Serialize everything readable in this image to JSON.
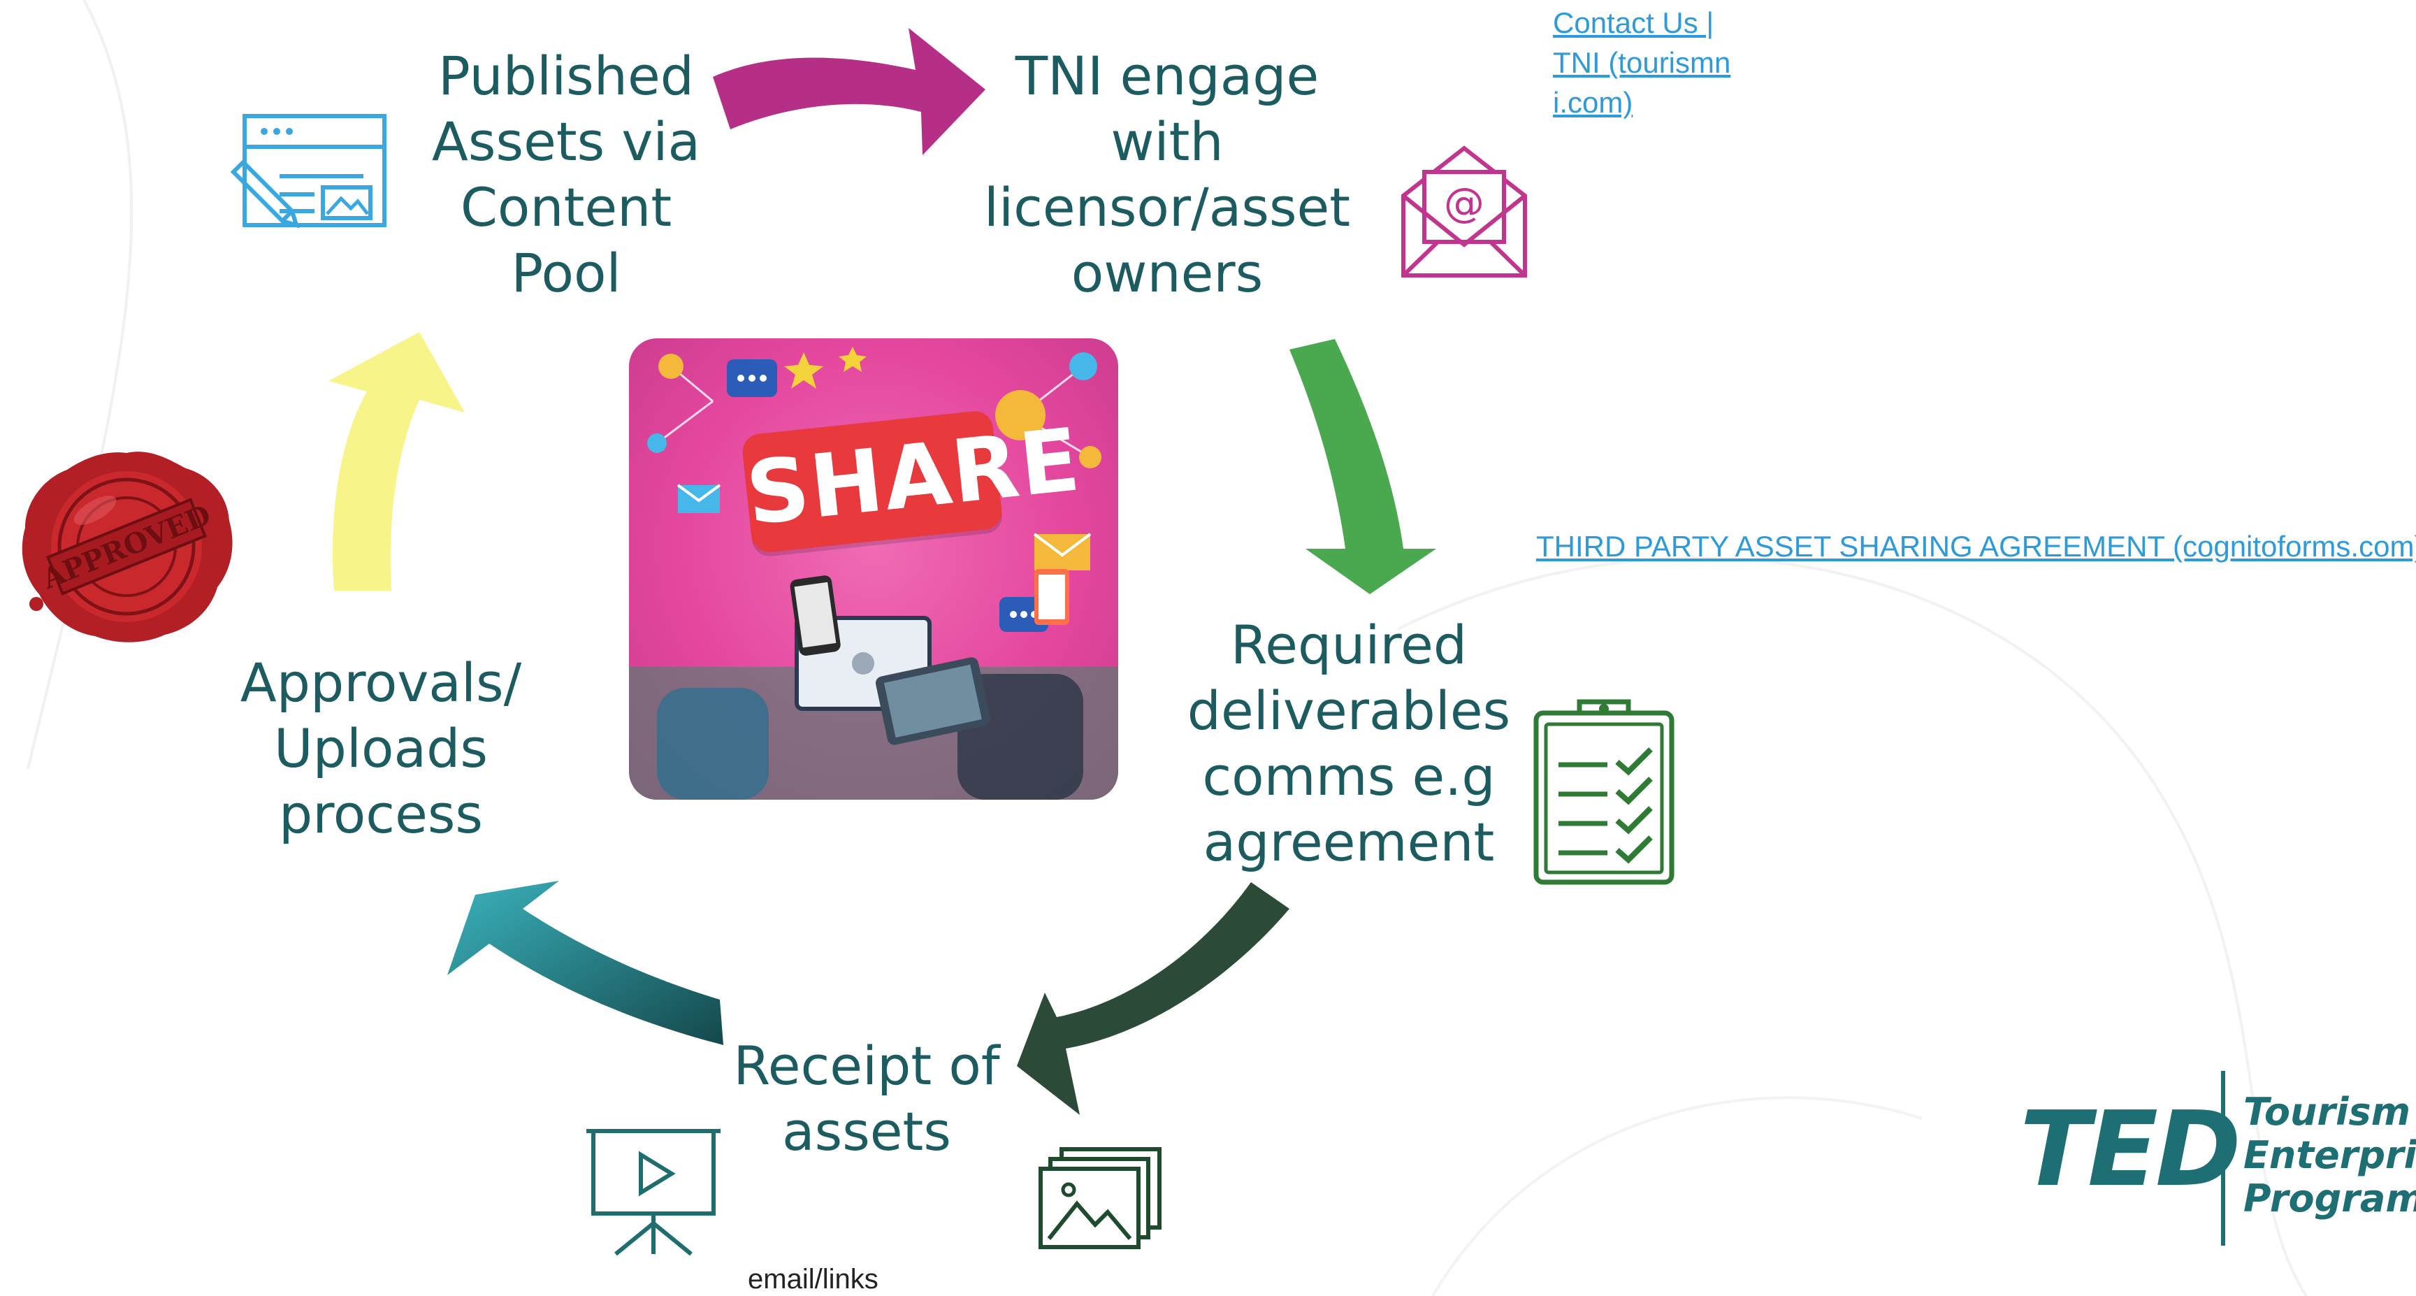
{
  "steps": {
    "published": "Published\nAssets via\nContent\nPool",
    "tni_engage": "TNI engage\nwith\nlicensor/asset\nowners",
    "required": "Required\ndeliverables\ncomms e.g\nagreement",
    "receipt": "Receipt of\nassets",
    "approvals": "Approvals/\nUploads\nprocess"
  },
  "links": {
    "contact": "Contact Us | TNI (tourismni.com)",
    "agreement": "THIRD PARTY ASSET SHARING AGREEMENT (cognitoforms.com)"
  },
  "notes": {
    "email_links": "email/links"
  },
  "share_image": {
    "word": "SHARE"
  },
  "seal": {
    "text": "APPROVED"
  },
  "logo": {
    "mark": "TED",
    "wordmark": "Tourism\nEnterprise\nProgramme"
  },
  "colors": {
    "text_teal": "#1c5c60",
    "link_blue": "#2f9ad8",
    "arrow_magenta": "#b52f87",
    "arrow_green": "#4aa84f",
    "arrow_dark_green": "#2b4a38",
    "arrow_teal_start": "#3bb3bd",
    "arrow_teal_end": "#14484c",
    "arrow_yellow": "#f7f58a",
    "icon_blue": "#3aa7e0",
    "icon_magenta": "#c2358e",
    "icon_green": "#2f7a35",
    "icon_dark_green": "#1e4a2e"
  },
  "icons": {
    "published": "web-content-icon",
    "tni": "email-envelope-icon",
    "required": "checklist-clipboard-icon",
    "receipt_left": "video-presentation-icon",
    "receipt_right": "image-gallery-icon",
    "approvals": "approved-wax-seal-icon"
  }
}
